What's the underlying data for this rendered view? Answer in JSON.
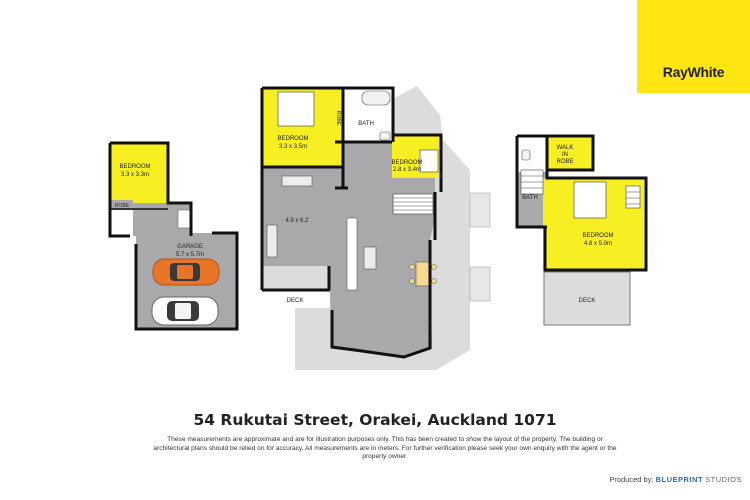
{
  "brand": {
    "logo_text": "RayWhite",
    "logo_color": "#ffe512"
  },
  "colors": {
    "highlight": "#f7ef22",
    "floor": "#a9a9ac",
    "deck": "#dcdcdc",
    "wall": "#111111"
  },
  "rooms": {
    "bedroom_left": {
      "name": "BEDROOM",
      "dim": "3.3 x 3.3m"
    },
    "robe_left": {
      "name": "ROBE"
    },
    "garage": {
      "name": "GARAGE",
      "dim": "5.7 x 5.7m"
    },
    "bedroom_main": {
      "name": "BEDROOM",
      "dim": "3.3 x 3.5m"
    },
    "robe_main": {
      "name": "ROBE"
    },
    "bath_main": {
      "name": "BATH"
    },
    "bedroom_small": {
      "name": "BEDROOM",
      "dim": "2.8 x 3.4m"
    },
    "living": {
      "dim": "4.8 x 6.2"
    },
    "deck_main": {
      "name": "DECK"
    },
    "walk_in_robe": {
      "line1": "WALK",
      "line2": "IN",
      "line3": "ROBE"
    },
    "bath_upper": {
      "name": "BATH"
    },
    "bedroom_upper": {
      "name": "BEDROOM",
      "dim": "4.8 x 5.0m"
    },
    "deck_upper": {
      "name": "DECK"
    }
  },
  "address": "54 Rukutai Street, Orakei, Auckland 1071",
  "disclaimer": "These measurements are approximate and are for illustration purposes only. This has been created to show the layout of the property. The building or architectural plans should be relied on for accuracy. All measurements are in meters. For further verification please seek your own enquiry with the agent or the property owner.",
  "credit": {
    "prefix": "Produced by:",
    "brand": "BLUEPRINT",
    "suffix": "STUDIOS"
  }
}
